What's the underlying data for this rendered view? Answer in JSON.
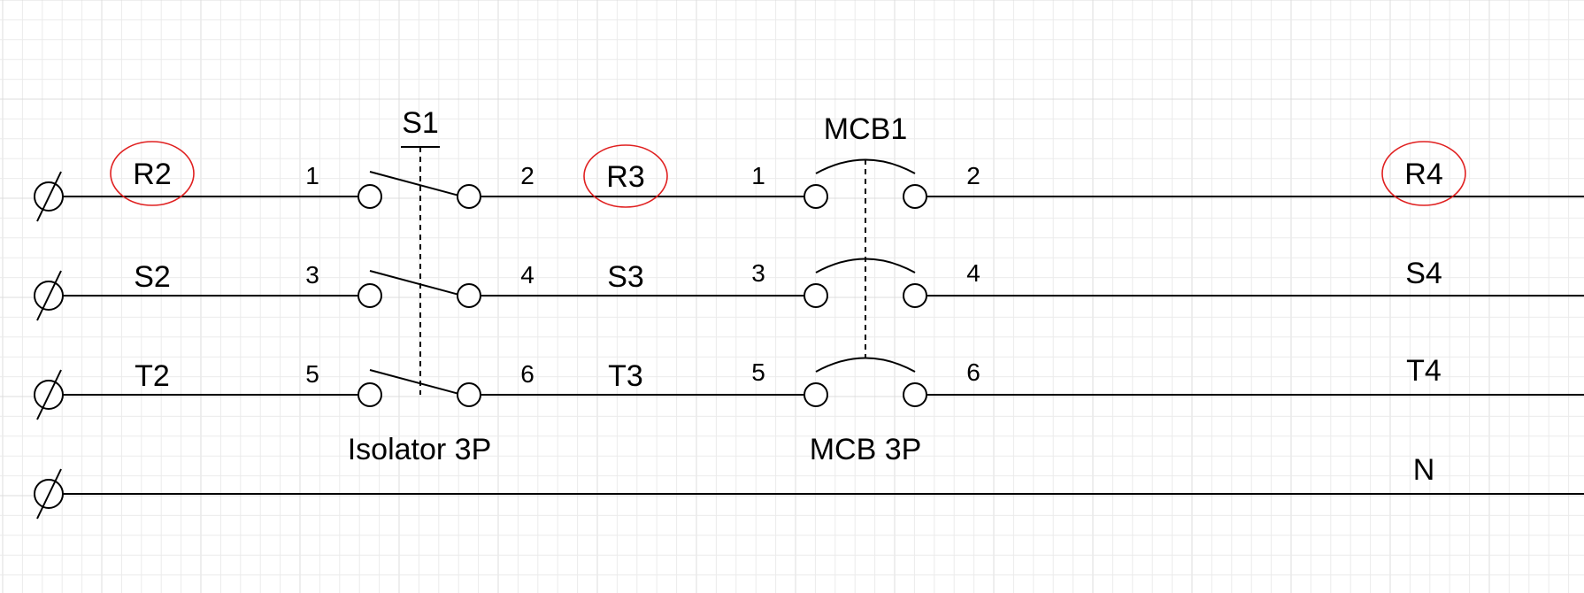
{
  "colors": {
    "highlight": "#e02020",
    "wire": "#000000",
    "grid_minor": "#ebebeb",
    "grid_major": "#dcdcdc"
  },
  "terminal_icon": "terminal-slash-circle-icon",
  "lines": [
    {
      "id": "R",
      "start_label": "R2",
      "mid_label": "R3",
      "end_label": "R4",
      "highlighted": true
    },
    {
      "id": "S",
      "start_label": "S2",
      "mid_label": "S3",
      "end_label": "S4",
      "highlighted": false
    },
    {
      "id": "T",
      "start_label": "T2",
      "mid_label": "T3",
      "end_label": "T4",
      "highlighted": false
    },
    {
      "id": "N",
      "start_label": "",
      "mid_label": "",
      "end_label": "N",
      "highlighted": false
    }
  ],
  "isolator": {
    "tag": "S1",
    "caption": "Isolator 3P",
    "pins": [
      [
        "1",
        "2"
      ],
      [
        "3",
        "4"
      ],
      [
        "5",
        "6"
      ]
    ]
  },
  "mcb": {
    "tag": "MCB1",
    "caption": "MCB 3P",
    "pins": [
      [
        "1",
        "2"
      ],
      [
        "3",
        "4"
      ],
      [
        "5",
        "6"
      ]
    ]
  }
}
